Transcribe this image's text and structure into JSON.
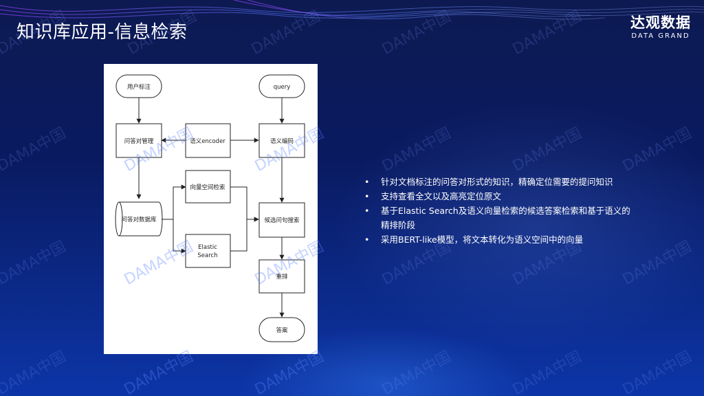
{
  "slide": {
    "title": "知识库应用-信息检索"
  },
  "brand": {
    "name_cn": "达观数据",
    "name_en": "DATA GRAND"
  },
  "diagram": {
    "nodes": {
      "user_label": "用户标注",
      "query": "query",
      "qa_management": "问答对管理",
      "semantic_encoder": "语义encoder",
      "semantic_encoding": "语义编码",
      "vector_search": "向量空间检索",
      "qa_database": "问答对数据库",
      "candidate_search": "候选问句搜索",
      "elastic_search_line1": "Elastic",
      "elastic_search_line2": "Search",
      "rerank": "重排",
      "answer": "答案"
    }
  },
  "bullets": [
    "针对文档标注的问答对形式的知识，精确定位需要的提问知识",
    "支持查看全文以及高亮定位原文",
    "基于Elastic Search及语义向量检索的候选答案检索和基于语义的精排阶段",
    "采用BERT-like模型，将文本转化为语义空间中的向量"
  ],
  "watermark": {
    "text": "DAMA中国"
  },
  "colors": {
    "background_top": "#0d1a52",
    "background_bottom": "#0d35a8",
    "diagram_stroke": "#222222",
    "text_primary": "#ffffff"
  }
}
